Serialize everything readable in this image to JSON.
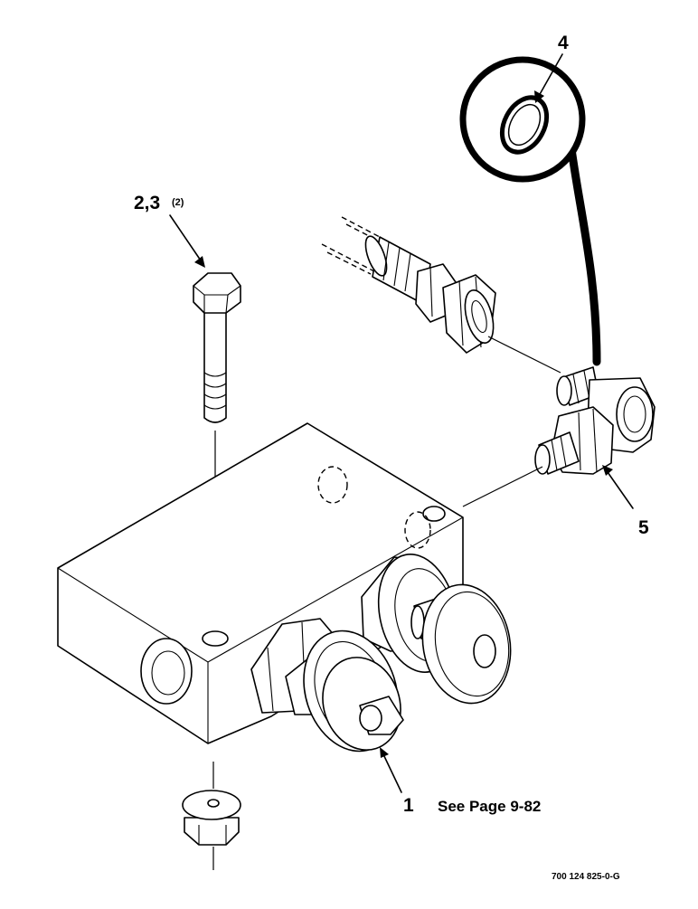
{
  "callouts": {
    "part_1": "1",
    "parts_2_3": "2,3",
    "parts_2_3_qty": "(2)",
    "part_4": "4",
    "part_5": "5"
  },
  "note": "See Page 9-82",
  "drawing_id": "700 124 825-0-G"
}
